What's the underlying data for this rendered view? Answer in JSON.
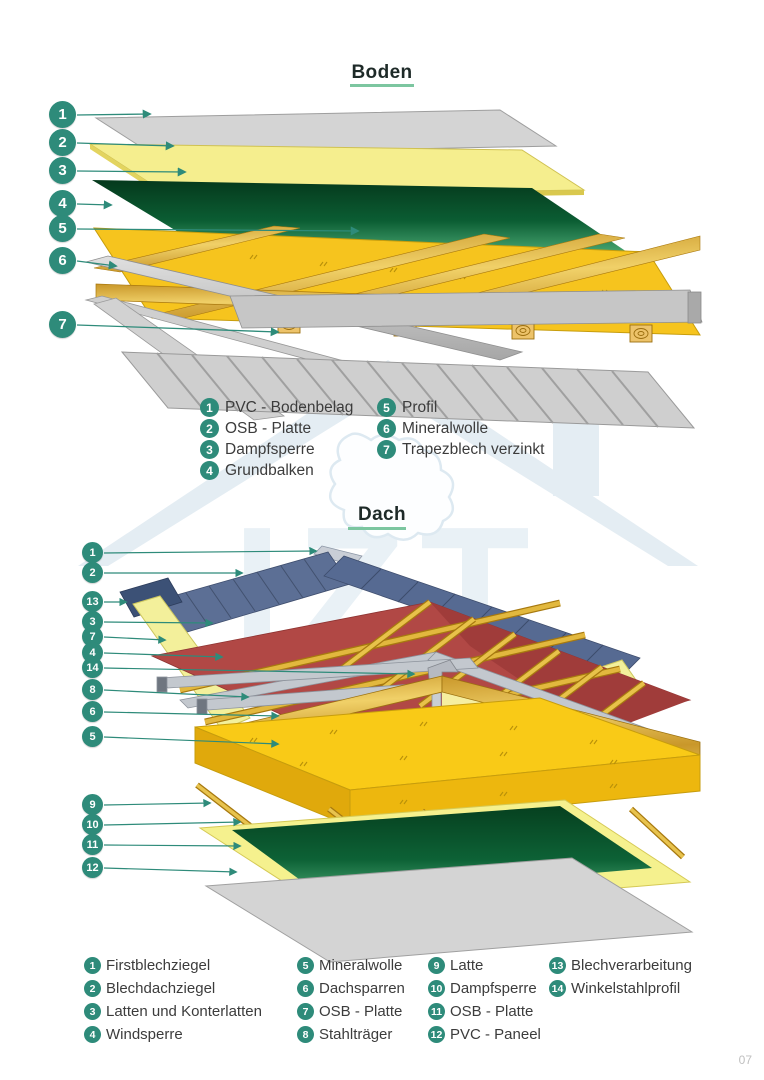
{
  "page": {
    "number": "07"
  },
  "colors": {
    "accent_teal": "#2e8b7a",
    "title_underline": "#7cc6a0",
    "roof_blue": "#5c6f95",
    "membrane_red": "#b14845",
    "mineral_yellow": "#f8c715",
    "osb_pale_yellow": "#f5ee8e",
    "foil_green_dark": "#05391c",
    "steel_gray": "#c9c9c9",
    "watermark_blue": "#e4edf3"
  },
  "watermark": {
    "letters": "IZT"
  },
  "boden": {
    "title": "Boden",
    "callouts": [
      "1",
      "2",
      "3",
      "4",
      "5",
      "6",
      "7"
    ],
    "legend": [
      {
        "n": "1",
        "label": "PVC - Bodenbelag"
      },
      {
        "n": "2",
        "label": "OSB - Platte"
      },
      {
        "n": "3",
        "label": "Dampfsperre"
      },
      {
        "n": "4",
        "label": "Grundbalken"
      },
      {
        "n": "5",
        "label": "Profil"
      },
      {
        "n": "6",
        "label": "Mineralwolle"
      },
      {
        "n": "7",
        "label": "Trapezblech verzinkt"
      }
    ]
  },
  "dach": {
    "title": "Dach",
    "callouts": [
      "1",
      "2",
      "13",
      "3",
      "7",
      "4",
      "14",
      "8",
      "6",
      "5",
      "9",
      "10",
      "11",
      "12"
    ],
    "legend": [
      {
        "n": "1",
        "label": "Firstblechziegel"
      },
      {
        "n": "2",
        "label": "Blechdachziegel"
      },
      {
        "n": "3",
        "label": "Latten und Konterlatten"
      },
      {
        "n": "4",
        "label": "Windsperre"
      },
      {
        "n": "5",
        "label": "Mineralwolle"
      },
      {
        "n": "6",
        "label": "Dachsparren"
      },
      {
        "n": "7",
        "label": "OSB - Platte"
      },
      {
        "n": "8",
        "label": "Stahlträger"
      },
      {
        "n": "9",
        "label": "Latte"
      },
      {
        "n": "10",
        "label": "Dampfsperre"
      },
      {
        "n": "11",
        "label": "OSB - Platte"
      },
      {
        "n": "12",
        "label": "PVC - Paneel"
      },
      {
        "n": "13",
        "label": "Blechverarbeitung"
      },
      {
        "n": "14",
        "label": "Winkelstahlprofil"
      }
    ]
  }
}
